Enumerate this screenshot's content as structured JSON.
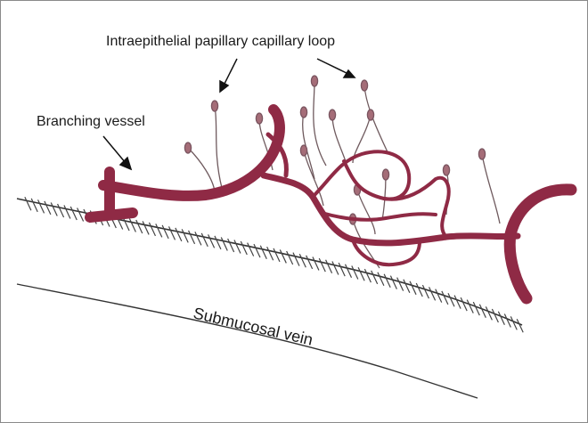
{
  "labels": {
    "capillary_loop": "Intraepithelial papillary capillary loop",
    "branching_vessel": "Branching vessel",
    "submucosal_vein": "Submucosal vein"
  },
  "colors": {
    "vessel": "#8f2a45",
    "vessel_dark": "#7a1f38",
    "line": "#333333",
    "capillary": "#6f5a5e"
  }
}
